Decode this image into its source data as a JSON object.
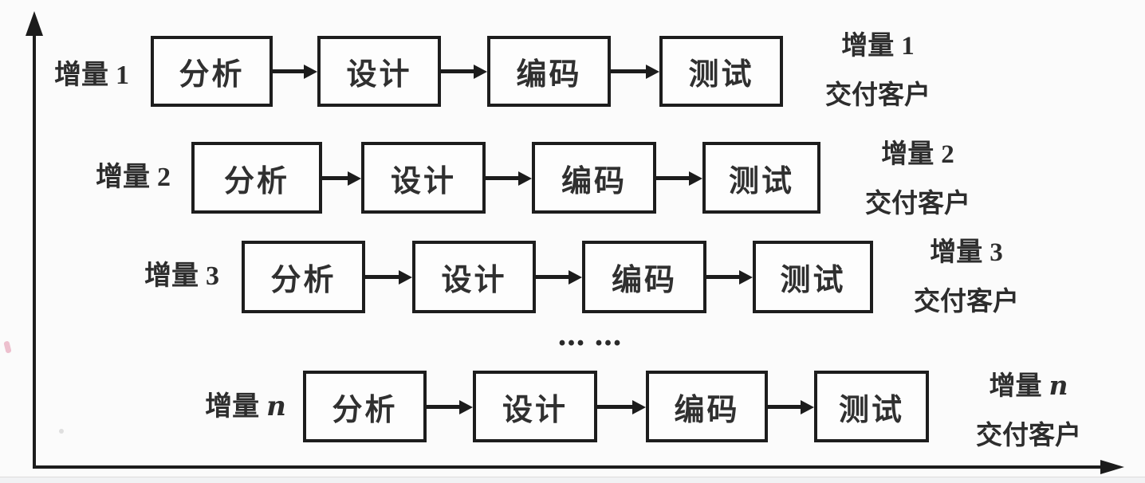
{
  "colors": {
    "ink": "#1c1c1c",
    "background": "#fbfbfb"
  },
  "ellipsis": "... ...",
  "rows": [
    {
      "label_prefix": "增量",
      "label_num": "1",
      "stages": [
        "分析",
        "设计",
        "编码",
        "测试"
      ],
      "delivery_prefix": "增量",
      "delivery_num": "1",
      "delivery_text": "交付客户"
    },
    {
      "label_prefix": "增量",
      "label_num": "2",
      "stages": [
        "分析",
        "设计",
        "编码",
        "测试"
      ],
      "delivery_prefix": "增量",
      "delivery_num": "2",
      "delivery_text": "交付客户"
    },
    {
      "label_prefix": "增量",
      "label_num": "3",
      "stages": [
        "分析",
        "设计",
        "编码",
        "测试"
      ],
      "delivery_prefix": "增量",
      "delivery_num": "3",
      "delivery_text": "交付客户"
    },
    {
      "label_prefix": "增量",
      "label_num": "n",
      "stages": [
        "分析",
        "设计",
        "编码",
        "测试"
      ],
      "delivery_prefix": "增量",
      "delivery_num": "n",
      "delivery_text": "交付客户"
    }
  ]
}
